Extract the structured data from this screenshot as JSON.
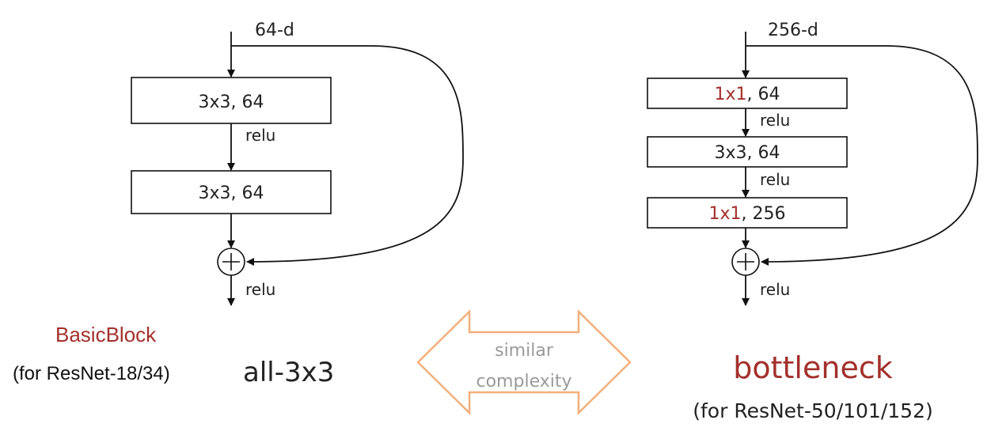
{
  "left_block": {
    "input_dim": "64-d",
    "layers": [
      {
        "kernel": "3x3",
        "rest": ", 64"
      },
      {
        "kernel": "3x3",
        "rest": ", 64"
      }
    ],
    "activations": [
      "relu",
      "relu"
    ],
    "name": "BasicBlock",
    "usage": "(for ResNet-18/34)",
    "descriptor": "all-3x3"
  },
  "center": {
    "line1": "similar",
    "line2": "complexity",
    "arrow_color": "#f2b07a"
  },
  "right_block": {
    "input_dim": "256-d",
    "layers": [
      {
        "kernel": "1x1",
        "rest": ", 64",
        "kernel_highlight": true
      },
      {
        "kernel": "3x3",
        "rest": ", 64",
        "kernel_highlight": false
      },
      {
        "kernel": "1x1",
        "rest": ", 256",
        "kernel_highlight": true
      }
    ],
    "activations": [
      "relu",
      "relu",
      "relu"
    ],
    "name": "bottleneck",
    "usage": "(for ResNet-50/101/152)"
  },
  "colors": {
    "highlight": "#a3302b",
    "text": "#222222"
  }
}
